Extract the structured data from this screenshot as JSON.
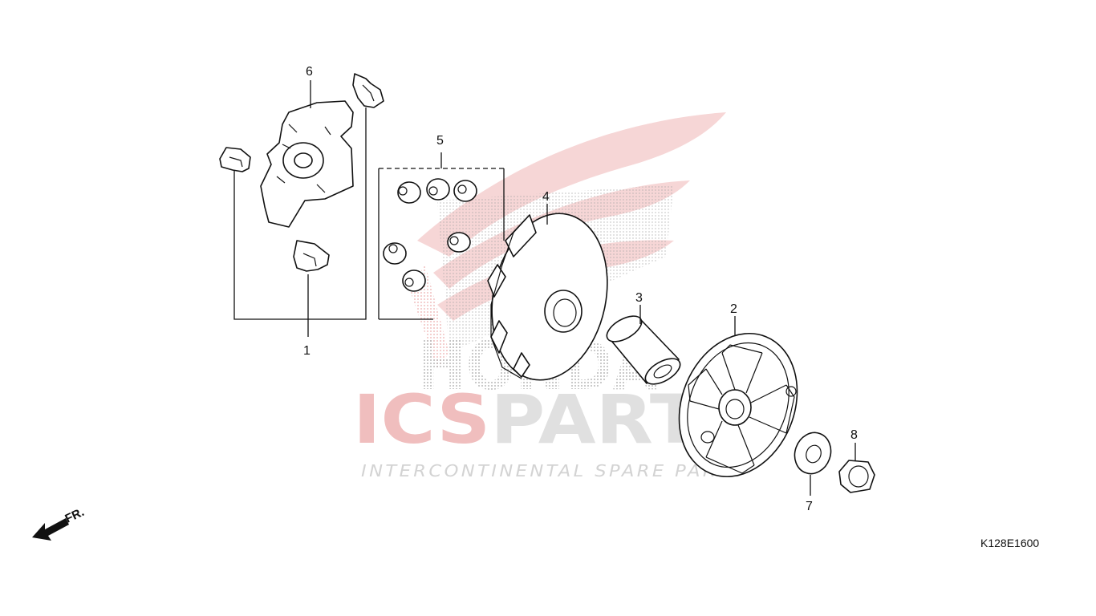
{
  "diagram": {
    "drawing_code": "K128E1600",
    "front_marker": "FR.",
    "callouts": [
      {
        "id": "1",
        "label": "1"
      },
      {
        "id": "2",
        "label": "2"
      },
      {
        "id": "3",
        "label": "3"
      },
      {
        "id": "4",
        "label": "4"
      },
      {
        "id": "5",
        "label": "5"
      },
      {
        "id": "6",
        "label": "6"
      },
      {
        "id": "7",
        "label": "7"
      },
      {
        "id": "8",
        "label": "8"
      }
    ]
  },
  "watermark": {
    "brand_part1": "ICS",
    "brand_part2": "PARTS",
    "tagline": "INTERCONTINENTAL SPARE PARTS",
    "wing_word": "HONDA",
    "colors": {
      "red": "#e8a0a0",
      "grey": "#d6d6d6"
    }
  }
}
